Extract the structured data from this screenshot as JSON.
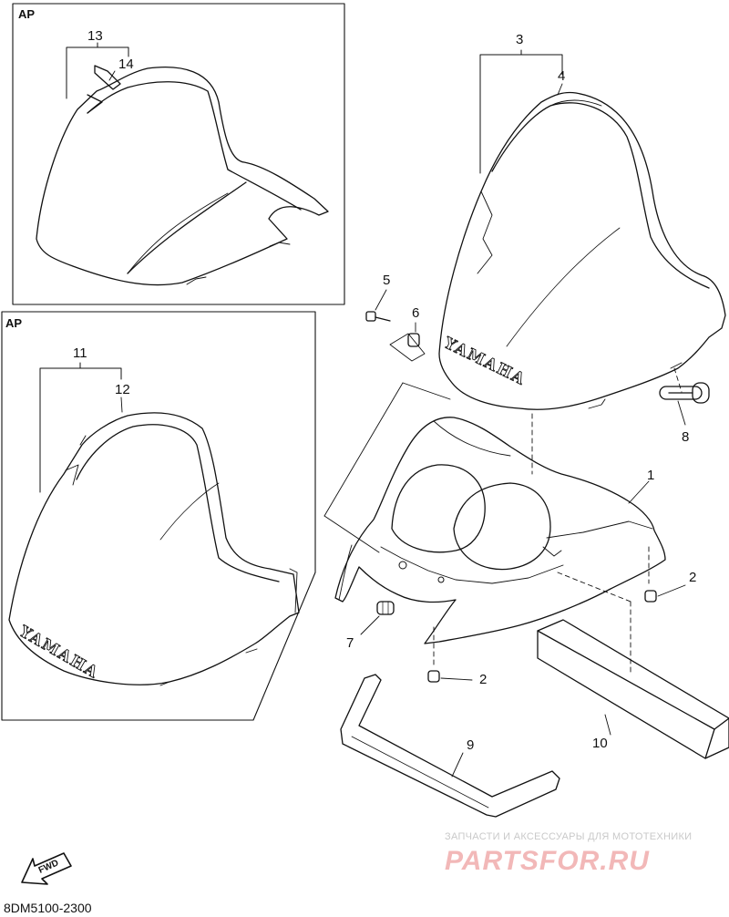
{
  "diagram": {
    "box_labels": [
      "AP",
      "AP"
    ],
    "part_numbers": [
      "1",
      "2",
      "2",
      "3",
      "4",
      "5",
      "6",
      "7",
      "8",
      "9",
      "10",
      "11",
      "12",
      "13",
      "14"
    ],
    "brand_text": "YAMAHA",
    "fwd_text": "FWD",
    "diagram_code": "8DM5100-2300"
  },
  "watermark": {
    "tagline": "ЗАПЧАСТИ И АКСЕССУАРЫ ДЛЯ МОТОТЕХНИКИ",
    "brand": "PARTSFOR.RU"
  },
  "colors": {
    "line": "#111111",
    "watermark_red": "#e8a0a0",
    "watermark_gray": "#c9c9c9"
  }
}
